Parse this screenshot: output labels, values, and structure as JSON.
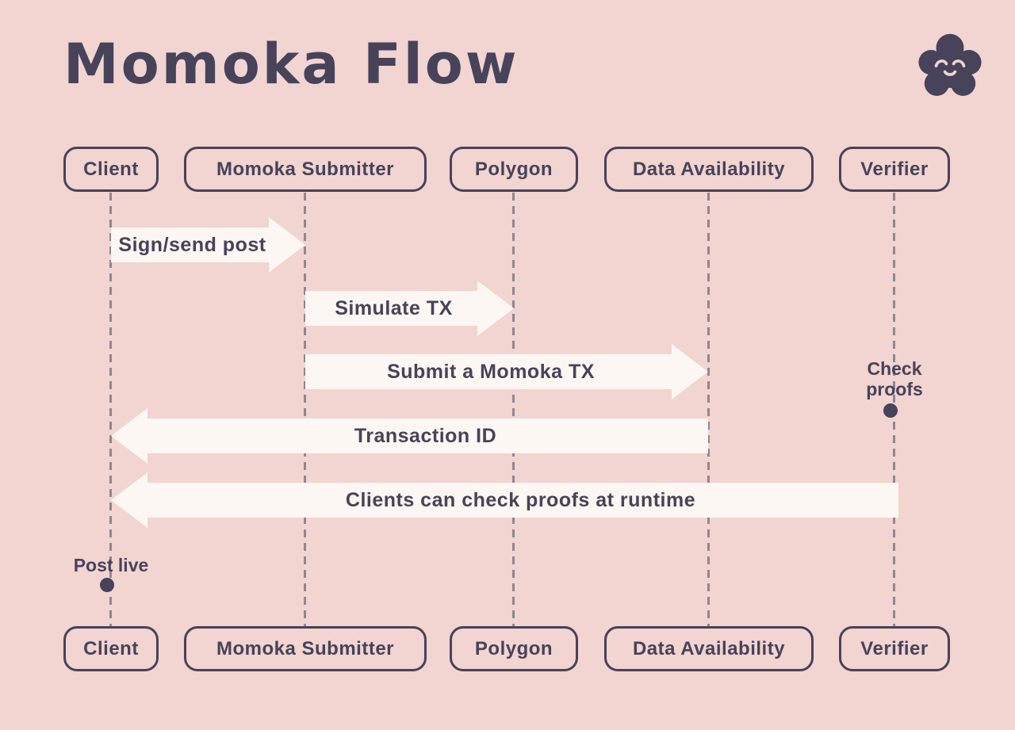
{
  "page": {
    "title": "Momoka Flow",
    "background_color": "#f2d4d0",
    "ink_color": "#46435a",
    "arrow_fill_color": "#fcf7f2",
    "lifeline_color": "#8d8795"
  },
  "logo": {
    "icon": "flower-smiley-icon"
  },
  "participants": [
    {
      "id": "client",
      "label": "Client"
    },
    {
      "id": "momoka-submitter",
      "label": "Momoka Submitter"
    },
    {
      "id": "polygon",
      "label": "Polygon"
    },
    {
      "id": "data-availability",
      "label": "Data Availability"
    },
    {
      "id": "verifier",
      "label": "Verifier"
    }
  ],
  "messages": [
    {
      "label": "Sign/send post",
      "from": "Client",
      "to": "Momoka Submitter",
      "direction": "right"
    },
    {
      "label": "Simulate TX",
      "from": "Momoka Submitter",
      "to": "Polygon",
      "direction": "right"
    },
    {
      "label": "Submit a Momoka TX",
      "from": "Momoka Submitter",
      "to": "Data Availability",
      "direction": "right"
    },
    {
      "label": "Transaction ID",
      "from": "Data Availability",
      "to": "Client",
      "direction": "left"
    },
    {
      "label": "Clients can check proofs at runtime",
      "from": "Verifier",
      "to": "Client",
      "direction": "left"
    }
  ],
  "annotations": [
    {
      "label": "Check proofs",
      "lifeline": "Verifier",
      "marker": "ring"
    },
    {
      "label": "Post live",
      "lifeline": "Client",
      "marker": "ring"
    }
  ]
}
